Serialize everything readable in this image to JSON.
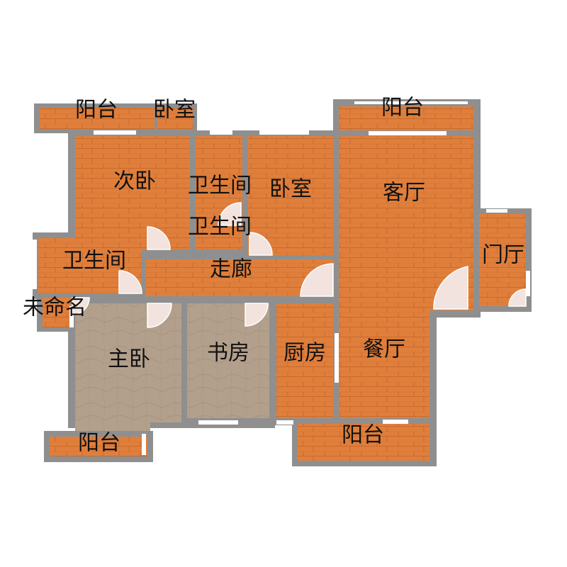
{
  "colors": {
    "wall": "#8f8f8f",
    "floor_wood": "#e07f3c",
    "floor_wood_dark": "#c96a2c",
    "floor_tile": "#b3a08c",
    "floor_tile_dark": "#9b8a77",
    "window": "#ffffff",
    "door_arc": "#f2e3de"
  },
  "rooms": [
    {
      "id": "balcony_nw",
      "label": "阳台"
    },
    {
      "id": "bedroom_n",
      "label": "卧室"
    },
    {
      "id": "balcony_ne",
      "label": "阳台"
    },
    {
      "id": "second_bedroom",
      "label": "次卧"
    },
    {
      "id": "bathroom_a",
      "label": "卫生间"
    },
    {
      "id": "bedroom_c",
      "label": "卧室"
    },
    {
      "id": "living_room",
      "label": "客厅"
    },
    {
      "id": "bathroom_b",
      "label": "卫生间"
    },
    {
      "id": "bathroom_w",
      "label": "卫生间"
    },
    {
      "id": "corridor",
      "label": "走廊"
    },
    {
      "id": "foyer",
      "label": "门厅"
    },
    {
      "id": "unnamed",
      "label": "未命名"
    },
    {
      "id": "master_bedroom",
      "label": "主卧"
    },
    {
      "id": "study",
      "label": "书房"
    },
    {
      "id": "kitchen",
      "label": "厨房"
    },
    {
      "id": "dining_room",
      "label": "餐厅"
    },
    {
      "id": "balcony_sw",
      "label": "阳台"
    },
    {
      "id": "balcony_s",
      "label": "阳台"
    }
  ]
}
